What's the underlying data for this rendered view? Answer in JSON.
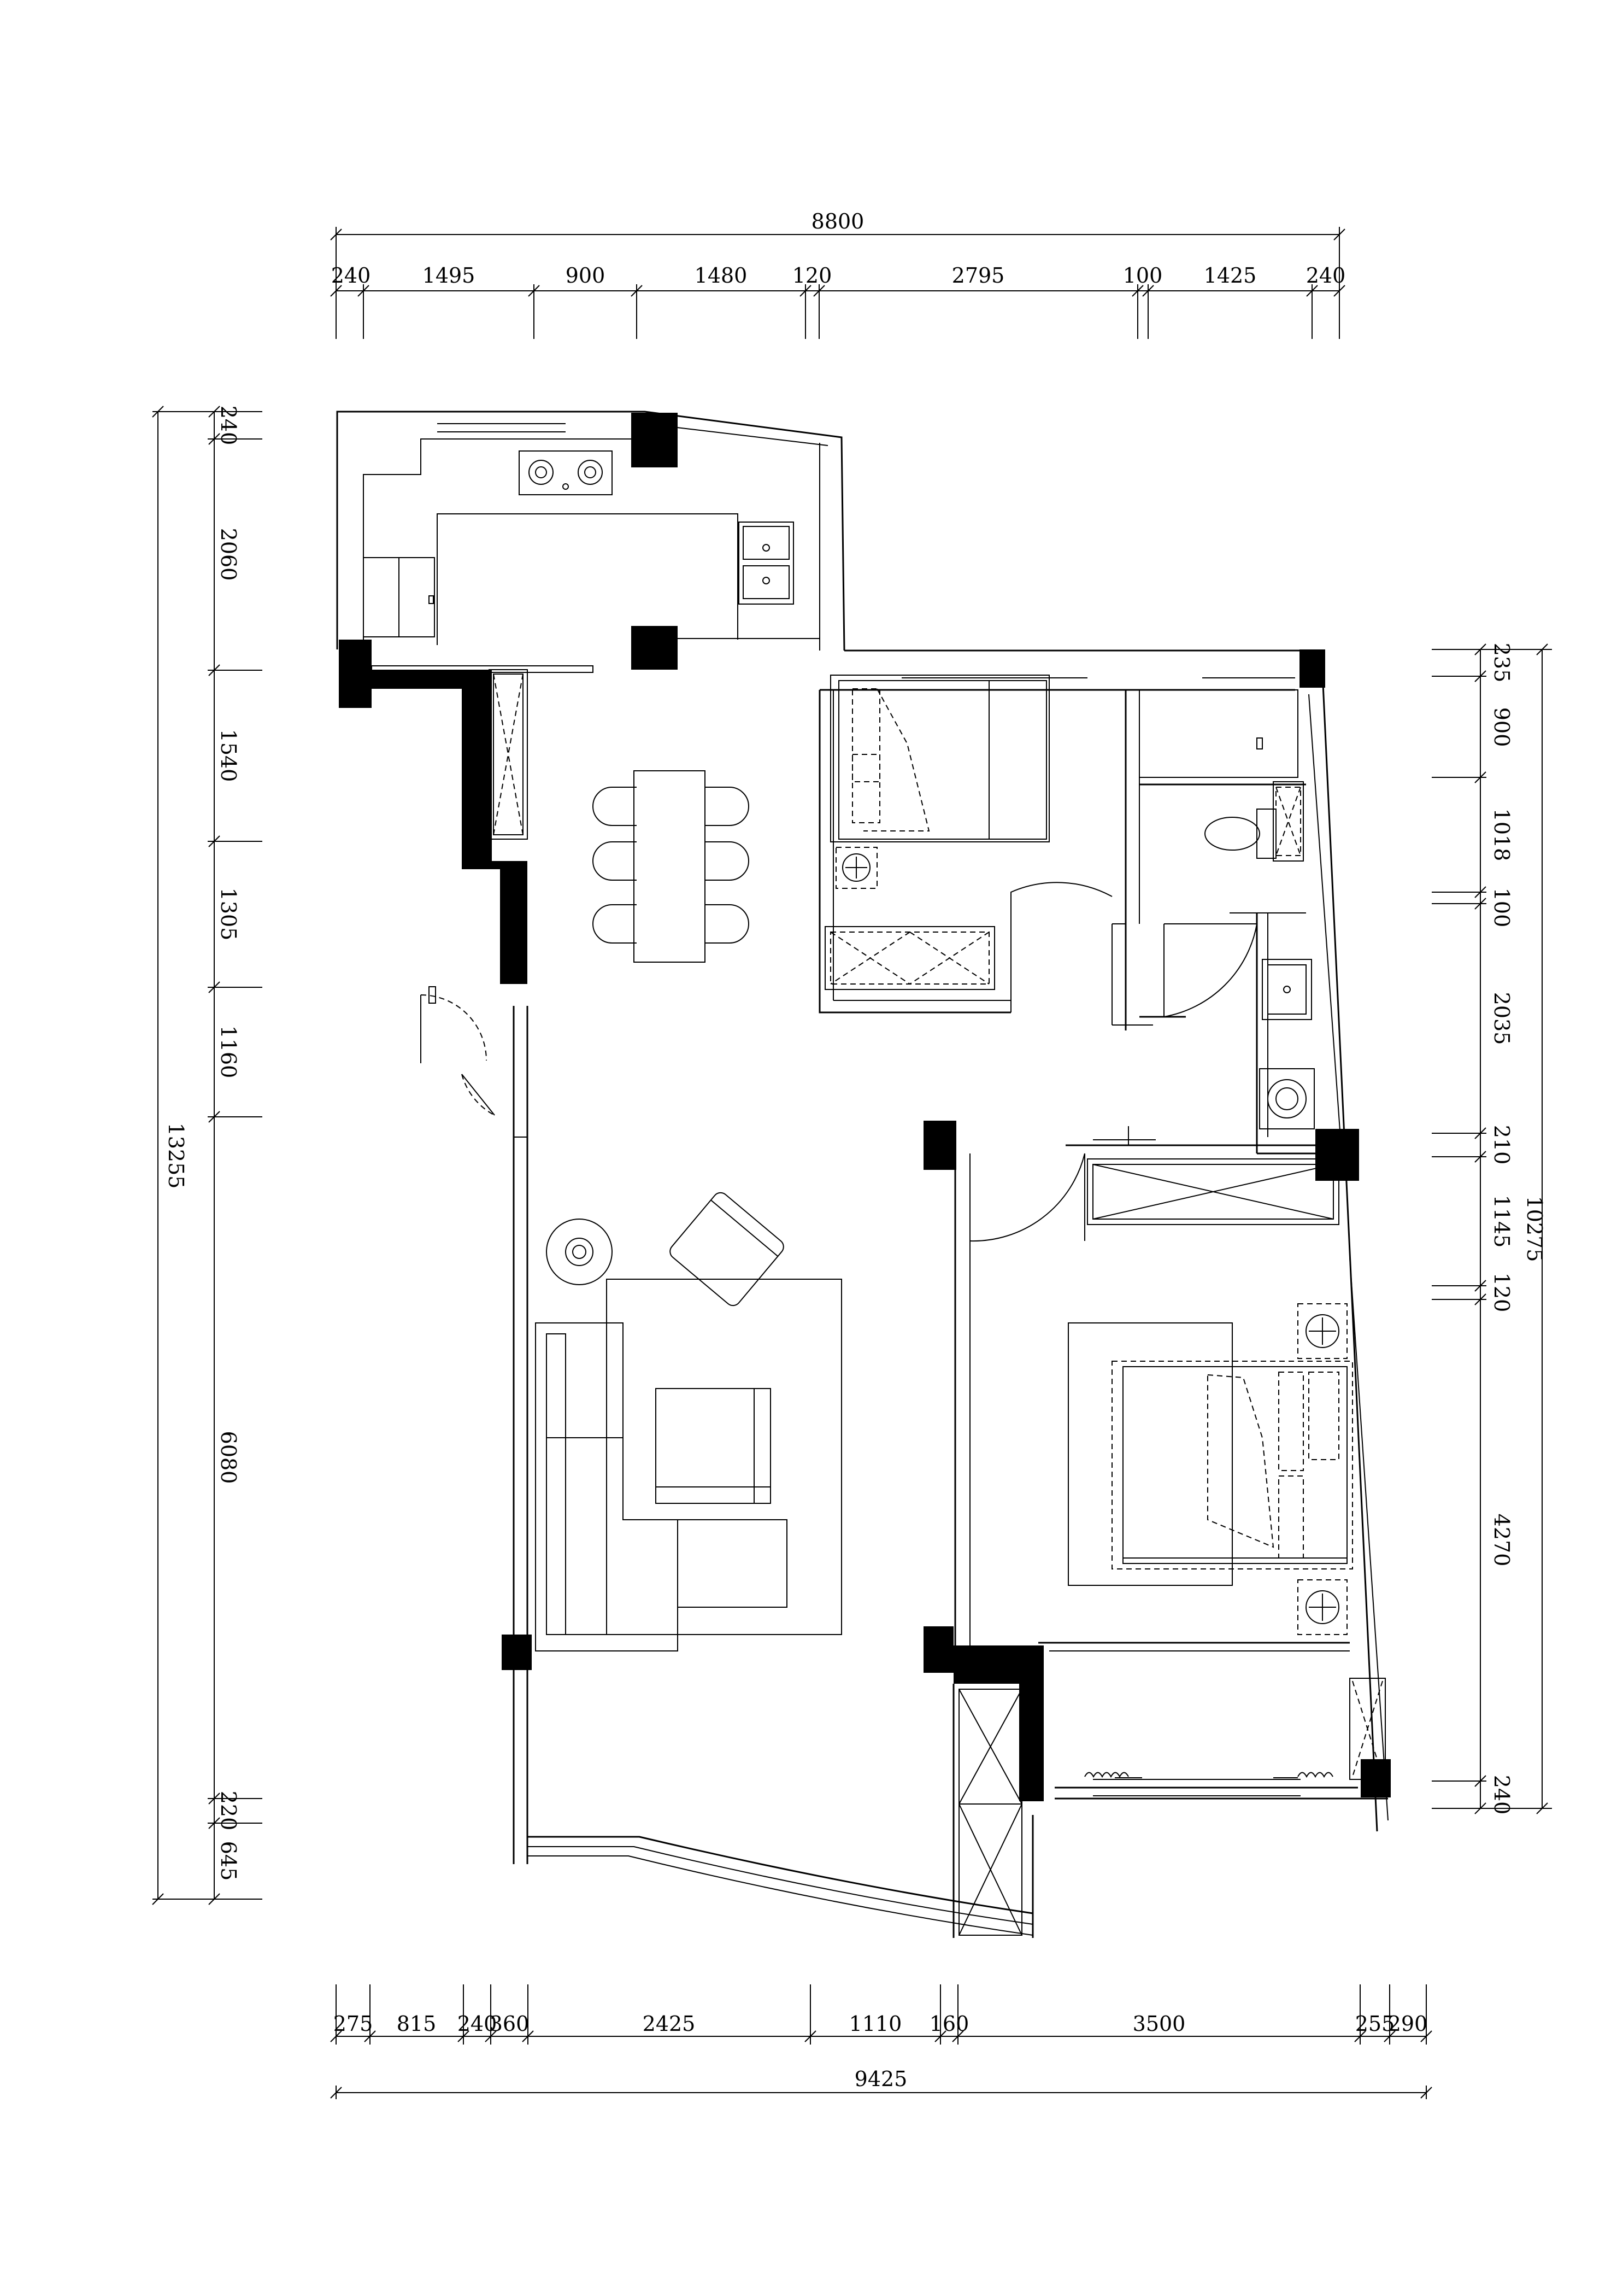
{
  "dimensions": {
    "top_total": "8800",
    "top_segments": [
      "240",
      "1495",
      "900",
      "1480",
      "120",
      "2795",
      "100",
      "1425",
      "240"
    ],
    "bottom_total": "9425",
    "bottom_segments": [
      "275",
      "815",
      "240",
      "360",
      "2425",
      "1110",
      "160",
      "3500",
      "255",
      "290"
    ],
    "left_total": "13255",
    "left_segments": [
      "240",
      "2060",
      "1540",
      "1305",
      "1160",
      "6080",
      "220",
      "645"
    ],
    "right_total": "10275",
    "right_segments": [
      "235",
      "900",
      "1018",
      "100",
      "2035",
      "210",
      "1145",
      "120",
      "4270",
      "240"
    ]
  },
  "icons": [
    "stove-icon",
    "sink-icon",
    "toilet-icon",
    "washbasin-icon",
    "washer-icon",
    "lamp-icon",
    "bed-icon",
    "sofa-icon",
    "armchair-icon",
    "dining-table-icon",
    "wardrobe-icon",
    "radiator-icon"
  ]
}
